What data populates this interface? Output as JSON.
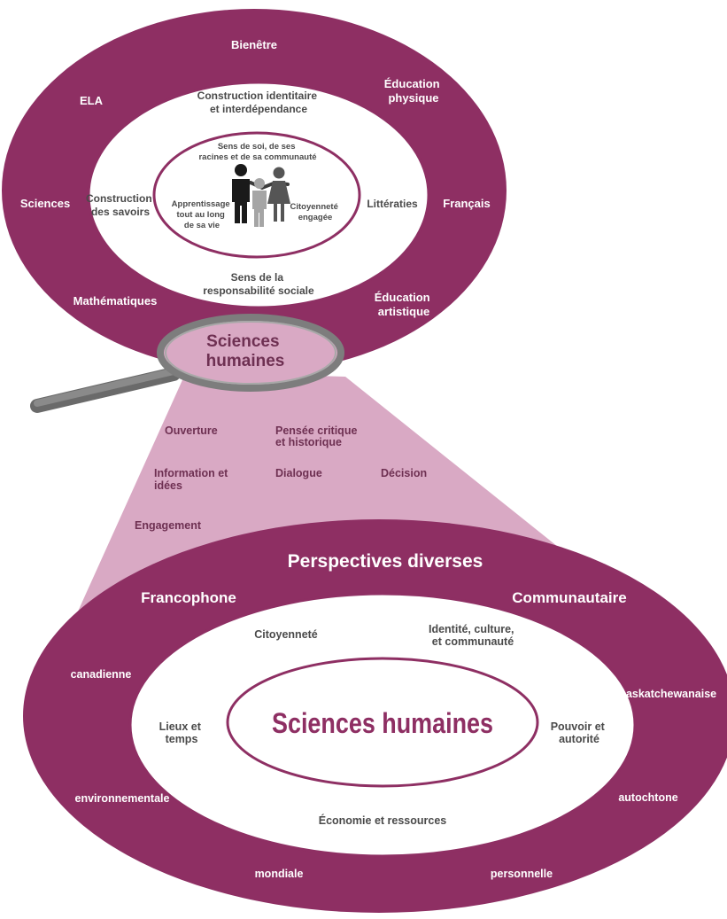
{
  "colors": {
    "primary": "#8e2f63",
    "light": "#d9a9c4",
    "handle": "#7d7d7d",
    "text_dark": "#4a4a4a",
    "text_white": "#ffffff"
  },
  "top_ring": {
    "subjects": {
      "bienetre": "Bienêtre",
      "ela": "ELA",
      "education_physique": [
        "Éducation",
        "physique"
      ],
      "sciences": "Sciences",
      "francais": "Français",
      "mathematiques": "Mathématiques",
      "education_artistique": [
        "Éducation",
        "artistique"
      ]
    },
    "competencies": {
      "construction_identitaire": [
        "Construction identitaire",
        "et interdépendance"
      ],
      "construction_savoirs": [
        "Construction",
        "des savoirs"
      ],
      "litteraties": "Littératies",
      "responsabilite_sociale": [
        "Sens de la",
        "responsabilité sociale"
      ]
    },
    "center": {
      "sens_de_soi": [
        "Sens de soi, de ses",
        "racines et de sa communauté"
      ],
      "apprentissage": [
        "Apprentissage",
        "tout au long",
        "de sa vie"
      ],
      "citoyennete_engagee": [
        "Citoyenneté",
        "engagée"
      ],
      "figures_icon": "people-holding-hands-icon"
    }
  },
  "magnifier": {
    "lens_label": [
      "Sciences",
      "humaines"
    ],
    "icon": "magnifying-glass-icon"
  },
  "beam": {
    "ouverture": "Ouverture",
    "pensee_critique": [
      "Pensée critique",
      "et historique"
    ],
    "information_idees": [
      "Information et",
      "idées"
    ],
    "dialogue": "Dialogue",
    "decision": "Décision",
    "engagement": "Engagement"
  },
  "bottom_ring": {
    "title": "Perspectives diverses",
    "perspectives": {
      "francophone": "Francophone",
      "communautaire": "Communautaire",
      "canadienne": "canadienne",
      "saskatchewanaise": "saskatchewanaise",
      "environnementale": "environnementale",
      "autochtone": "autochtone",
      "mondiale": "mondiale",
      "personnelle": "personnelle"
    },
    "concepts": {
      "citoyennete": "Citoyenneté",
      "identite": [
        "Identité, culture,",
        "et communauté"
      ],
      "lieux_temps": [
        "Lieux et",
        "temps"
      ],
      "pouvoir": [
        "Pouvoir et",
        "autorité"
      ],
      "economie": "Économie et ressources"
    },
    "center_title": "Sciences humaines"
  }
}
